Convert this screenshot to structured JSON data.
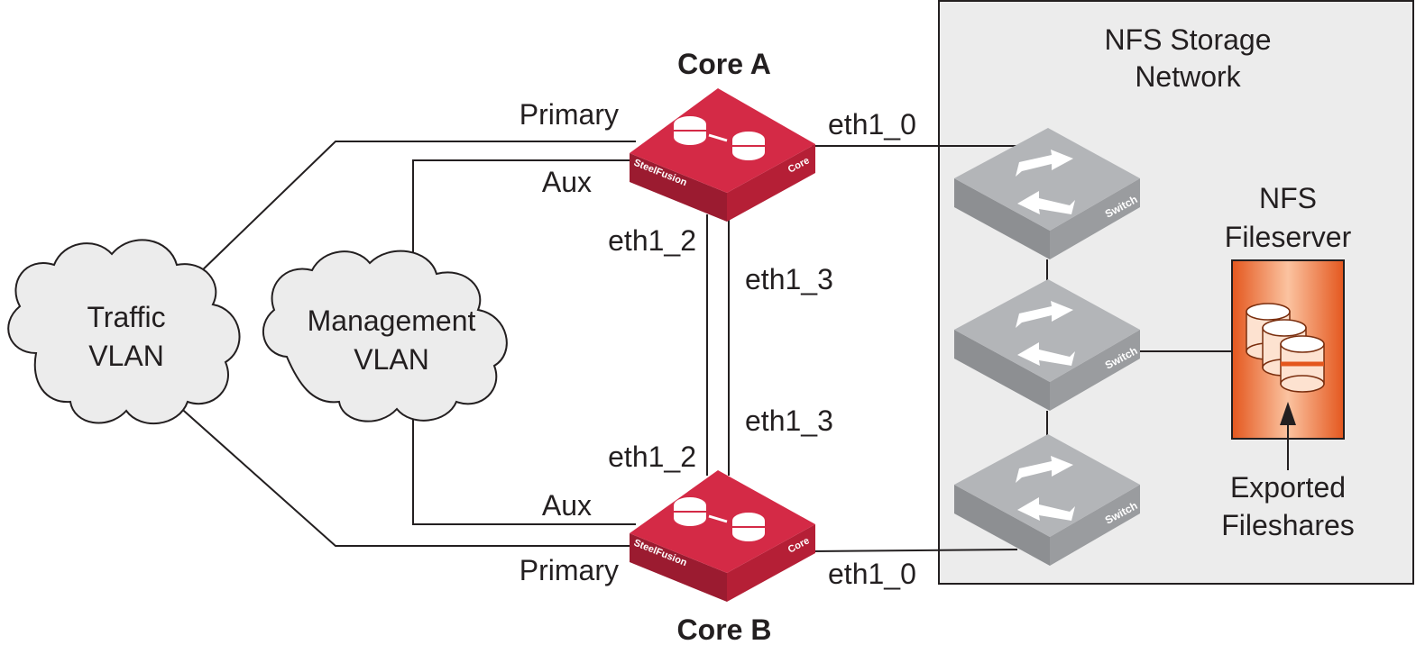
{
  "storage_network": {
    "title_line1": "NFS Storage",
    "title_line2": "Network"
  },
  "core_a": {
    "title": "Core A",
    "brand": "SteelFusion",
    "model": "Core"
  },
  "core_b": {
    "title": "Core B",
    "brand": "SteelFusion",
    "model": "Core"
  },
  "traffic_vlan": {
    "line1": "Traffic",
    "line2": "VLAN"
  },
  "management_vlan": {
    "line1": "Management",
    "line2": "VLAN"
  },
  "links": {
    "a_primary": "Primary",
    "a_aux": "Aux",
    "a_eth1_0": "eth1_0",
    "a_eth1_2": "eth1_2",
    "a_eth1_3": "eth1_3",
    "b_primary": "Primary",
    "b_aux": "Aux",
    "b_eth1_0": "eth1_0",
    "b_eth1_2": "eth1_2",
    "b_eth1_3": "eth1_3"
  },
  "switches": [
    {
      "label": "Switch"
    },
    {
      "label": "Switch"
    },
    {
      "label": "Switch"
    }
  ],
  "fileserver": {
    "line1": "NFS",
    "line2": "Fileserver"
  },
  "exported": {
    "line1": "Exported",
    "line2": "Fileshares"
  },
  "colors": {
    "core": "#c8233e",
    "fileserver": "#f07a38",
    "switch": "#a7a9ac",
    "network_bg": "#ececec"
  }
}
